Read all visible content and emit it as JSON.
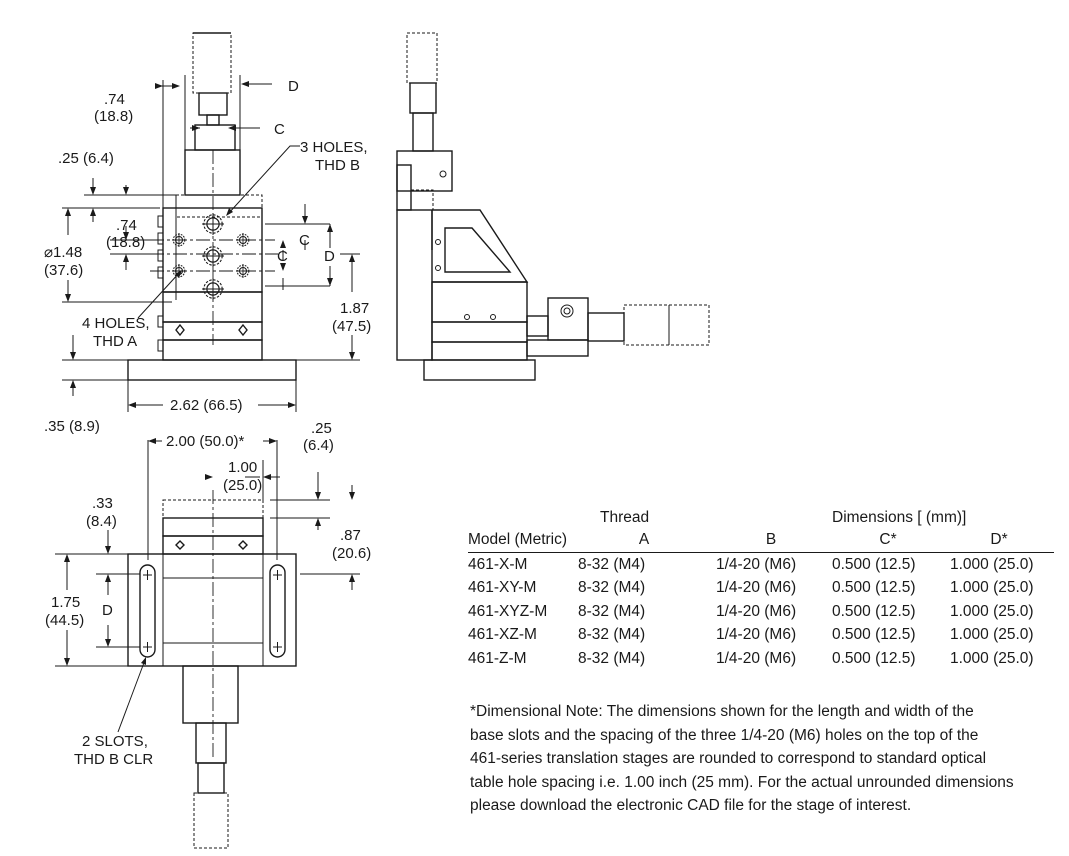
{
  "front_view": {
    "dim_d": "D",
    "dim_c_top": "C",
    "dim_074": ".74",
    "dim_074_mm": "(18.8)",
    "holes3_line1": "3 HOLES,",
    "holes3_line2": "THD B",
    "dim_025": ".25 (6.4)",
    "dim_074b": ".74",
    "dim_074b_mm": "(18.8)",
    "dim_148": "⌀1.48",
    "dim_148_mm": "(37.6)",
    "dim_c_right": "C",
    "dim_c_mid": "C",
    "dim_d_mid": "D",
    "holes4_line1": "4 HOLES,",
    "holes4_line2": "THD A",
    "dim_187": "1.87",
    "dim_187_mm": "(47.5)",
    "dim_262": "2.62 (66.5)",
    "dim_035": ".35 (8.9)"
  },
  "top_view": {
    "dim_200": "2.00 (50.0)*",
    "dim_025b": ".25",
    "dim_025b_mm": "(6.4)",
    "dim_100": "1.00",
    "dim_100_mm": "(25.0)",
    "dim_033": ".33",
    "dim_033_mm": "(8.4)",
    "dim_087": ".87",
    "dim_087_mm": "(20.6)",
    "dim_175": "1.75",
    "dim_175_mm": "(44.5)",
    "dim_d": "D",
    "slots_line1": "2 SLOTS,",
    "slots_line2": "THD B CLR"
  },
  "table": {
    "group_thread": "Thread",
    "group_dimensions": "Dimensions [ (mm)]",
    "headers": [
      "Model (Metric)",
      "A",
      "B",
      "C*",
      "D*"
    ],
    "rows": [
      [
        "461-X-M",
        "8-32 (M4)",
        "1/4-20 (M6)",
        "0.500 (12.5)",
        "1.000 (25.0)"
      ],
      [
        "461-XY-M",
        "8-32 (M4)",
        "1/4-20 (M6)",
        "0.500 (12.5)",
        "1.000 (25.0)"
      ],
      [
        "461-XYZ-M",
        "8-32 (M4)",
        "1/4-20 (M6)",
        "0.500 (12.5)",
        "1.000 (25.0)"
      ],
      [
        "461-XZ-M",
        "8-32 (M4)",
        "1/4-20 (M6)",
        "0.500 (12.5)",
        "1.000 (25.0)"
      ],
      [
        "461-Z-M",
        "8-32 (M4)",
        "1/4-20 (M6)",
        "0.500 (12.5)",
        "1.000 (25.0)"
      ]
    ]
  },
  "note": {
    "lines": [
      "*Dimensional Note: The dimensions shown for the length and width of the",
      "base slots and the spacing of the three 1/4-20 (M6) holes on the top of the",
      "461-series translation stages are rounded to correspond to standard optical",
      "table hole spacing i.e. 1.00 inch (25 mm). For the actual unrounded dimensions",
      "please download the electronic CAD file for the stage of interest."
    ]
  }
}
